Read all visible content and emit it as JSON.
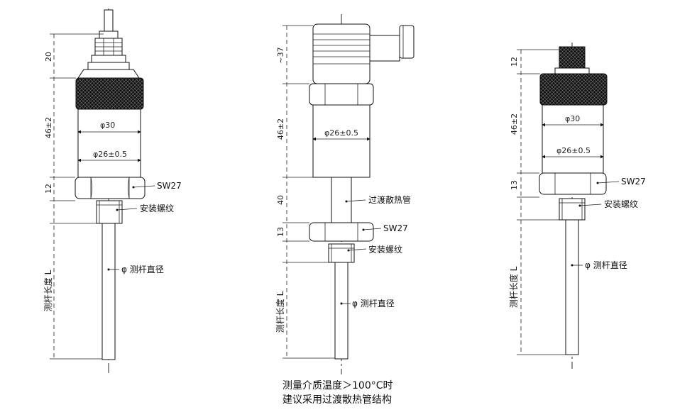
{
  "sensor_left": {
    "dims": {
      "top": "20",
      "body": "46±2",
      "hex": "12",
      "probe": "测杆长度 L"
    },
    "labels": {
      "knurl_dia": "φ30",
      "body_dia": "φ26±0.5",
      "hex": "SW27",
      "thread": "安装螺纹",
      "probe_dia": "φ 测杆直径"
    }
  },
  "sensor_middle": {
    "dims": {
      "top": "~37",
      "body": "46±2",
      "cooling": "40",
      "hex": "13",
      "probe": "测杆长度 L"
    },
    "labels": {
      "body_dia": "φ26±0.5",
      "cooling_tube": "过渡散热管",
      "hex": "SW27",
      "thread": "安装螺纹",
      "probe_dia": "φ 测杆直径"
    }
  },
  "sensor_right": {
    "dims": {
      "top": "12",
      "body": "46±2",
      "hex": "13",
      "probe": "测杆长度 L"
    },
    "labels": {
      "knurl_dia": "φ30",
      "body_dia": "φ26±0.5",
      "hex": "SW27",
      "thread": "安装螺纹",
      "probe_dia": "φ 测杆直径"
    }
  },
  "note": {
    "line1": "测量介质温度＞100°C时",
    "line2": "建议采用过渡散热管结构"
  }
}
